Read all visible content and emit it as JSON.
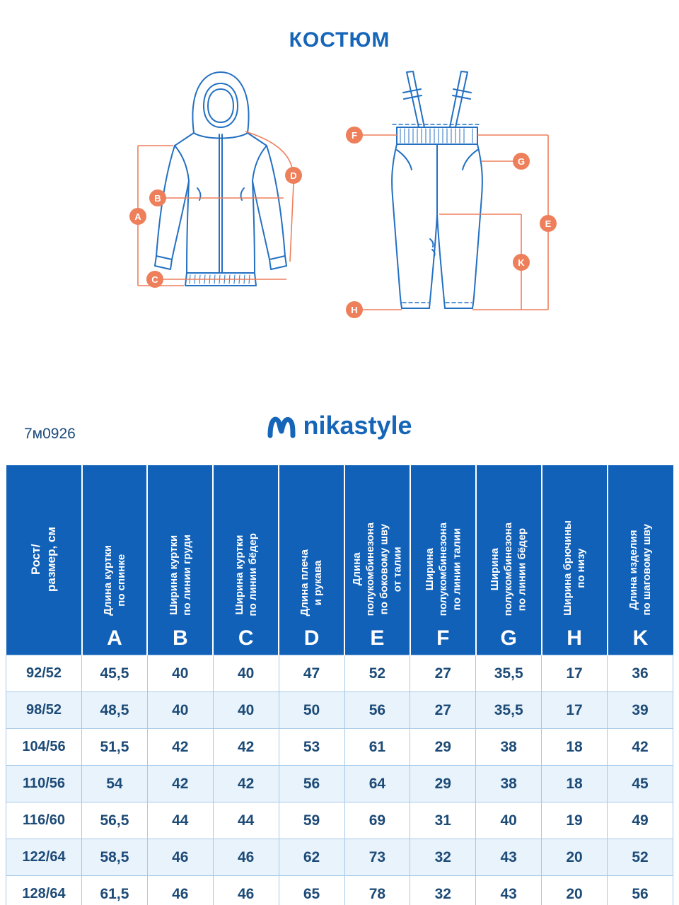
{
  "title": "КОСТЮМ",
  "product_code": "7м0926",
  "brand": {
    "name": "nikastyle",
    "logo_icon": "nikastyle-wave-m-logo"
  },
  "colors": {
    "primary_blue": "#1565b8",
    "header_blue": "#1161b8",
    "accent_orange": "#ee7f5b",
    "row_alt_blue": "#e9f3fb",
    "line_art_blue": "#2470c2"
  },
  "diagram": {
    "jacket_labels": [
      "A",
      "B",
      "C",
      "D"
    ],
    "pants_labels": [
      "F",
      "G",
      "E",
      "K",
      "H"
    ]
  },
  "table": {
    "first_column_header": "Рост/\nразмер, см",
    "columns": [
      {
        "letter": "A",
        "label": "Длина куртки\nпо спинке"
      },
      {
        "letter": "B",
        "label": "Ширина куртки\nпо линии груди"
      },
      {
        "letter": "C",
        "label": "Ширина куртки\nпо линии бёдер"
      },
      {
        "letter": "D",
        "label": "Длина плеча\nи рукава"
      },
      {
        "letter": "E",
        "label": "Длина\nполукомбинезона\nпо боковому шву\nот талии"
      },
      {
        "letter": "F",
        "label": "Ширина\nполукомбинезона\nпо линии талии"
      },
      {
        "letter": "G",
        "label": "Ширина\nполукомбинезона\nпо линии бёдер"
      },
      {
        "letter": "H",
        "label": "Ширина брючины\nпо низу"
      },
      {
        "letter": "K",
        "label": "Длина изделия\nпо шаговому шву"
      }
    ],
    "rows": [
      {
        "size": "92/52",
        "values": [
          "45,5",
          "40",
          "40",
          "47",
          "52",
          "27",
          "35,5",
          "17",
          "36"
        ]
      },
      {
        "size": "98/52",
        "values": [
          "48,5",
          "40",
          "40",
          "50",
          "56",
          "27",
          "35,5",
          "17",
          "39"
        ]
      },
      {
        "size": "104/56",
        "values": [
          "51,5",
          "42",
          "42",
          "53",
          "61",
          "29",
          "38",
          "18",
          "42"
        ]
      },
      {
        "size": "110/56",
        "values": [
          "54",
          "42",
          "42",
          "56",
          "64",
          "29",
          "38",
          "18",
          "45"
        ]
      },
      {
        "size": "116/60",
        "values": [
          "56,5",
          "44",
          "44",
          "59",
          "69",
          "31",
          "40",
          "19",
          "49"
        ]
      },
      {
        "size": "122/64",
        "values": [
          "58,5",
          "46",
          "46",
          "62",
          "73",
          "32",
          "43",
          "20",
          "52"
        ]
      },
      {
        "size": "128/64",
        "values": [
          "61,5",
          "46",
          "46",
          "65",
          "78",
          "32",
          "43",
          "20",
          "56"
        ]
      }
    ]
  }
}
